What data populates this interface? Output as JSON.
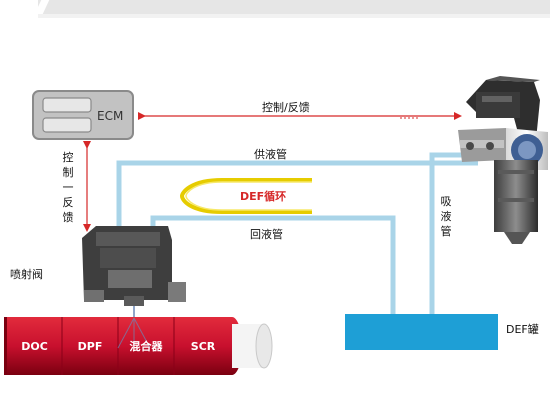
{
  "ecm": {
    "label": "ECM"
  },
  "links": {
    "control_feedback_h": "控制/反馈",
    "control_feedback_v": [
      "控",
      "制",
      "一",
      "反",
      "馈"
    ]
  },
  "pipes": {
    "supply": "供液管",
    "return": "回液管",
    "suction": [
      "吸",
      "液",
      "管"
    ]
  },
  "loop_label": "DEF循环",
  "injector_label": "喷射阀",
  "tank_label": "DEF罐",
  "exhaust_segments": [
    "DOC",
    "DPF",
    "混合器",
    "SCR"
  ],
  "colors": {
    "pipe": "#a9d4e8",
    "arrow": "#d62828",
    "tank": "#1e9fd6",
    "exhaust": "#c8102e",
    "loop": "#e6cc00"
  }
}
